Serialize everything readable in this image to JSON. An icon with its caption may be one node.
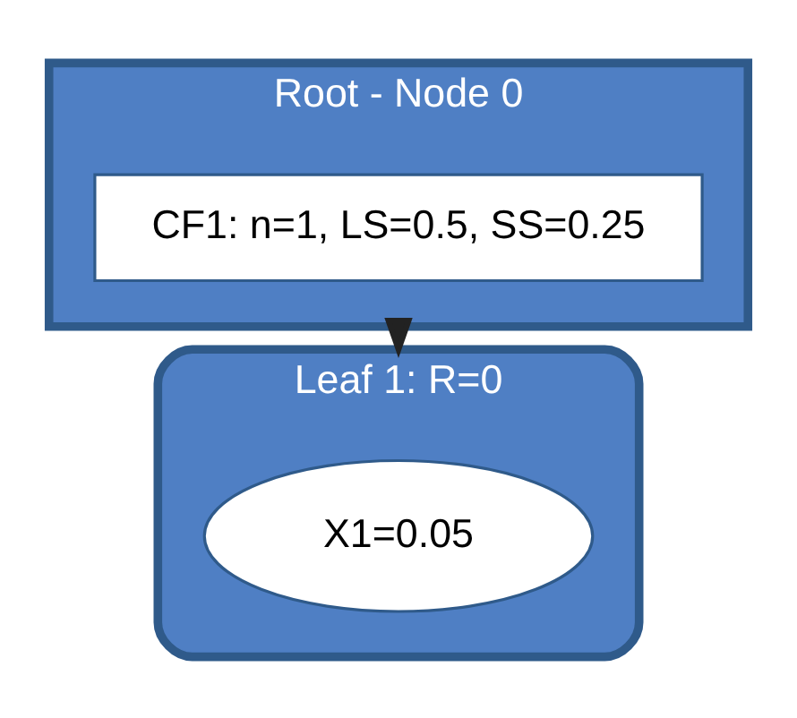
{
  "diagram": {
    "nodes": [
      {
        "text": [
          "Root - Node 0"
        ]
      },
      {
        "text": [
          "CF1: n=1, LS=0.5, SS=0.25"
        ],
        "in": 0
      },
      {
        "text": [
          "Leaf 1: R=0"
        ]
      },
      {
        "text": [
          "X1=0.05"
        ],
        "in": 2
      }
    ],
    "edges": [
      {
        "from": 0,
        "to": 2,
        "arrow": "to"
      }
    ]
  }
}
